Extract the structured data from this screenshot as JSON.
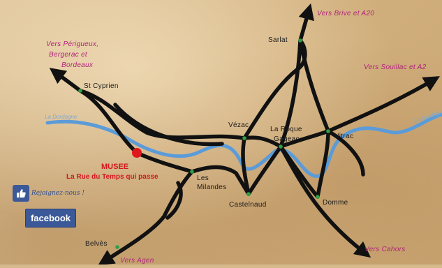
{
  "places": {
    "st_cyprien": "St Cyprien",
    "sarlat": "Sarlat",
    "vezac": "Vézac",
    "la_roque_gageac_1": "La Roque",
    "la_roque_gageac_2": "Gageac",
    "vitrac": "Vitrac",
    "les_milandes_1": "Les",
    "les_milandes_2": "Milandes",
    "castelnaud": "Castelnaud",
    "domme": "Domme",
    "belves": "Belvès"
  },
  "destinations": {
    "brive": "Vers Brive et A20",
    "souillac": "Vers Souillac et A2",
    "perigueux_1": "Vers Périgueux,",
    "perigueux_2": "Bergerac et",
    "perigueux_3": "Bordeaux",
    "cahors": "Vers Cahors",
    "agen": "Vers Agen"
  },
  "museum": {
    "title": "MUSEE",
    "subtitle": "La Rue du Temps qui passe"
  },
  "rivers": {
    "left": "La Dordogne",
    "right": "La Dordogne"
  },
  "social": {
    "like_text": "Rejoignez-nous !",
    "facebook_label": "facebook"
  },
  "colors": {
    "road": "#111111",
    "river": "#5b9bd8",
    "town_dot": "#2ea043",
    "museum_dot": "#e0161c",
    "destination_text": "#b0247a",
    "facebook_blue": "#3b5998"
  }
}
